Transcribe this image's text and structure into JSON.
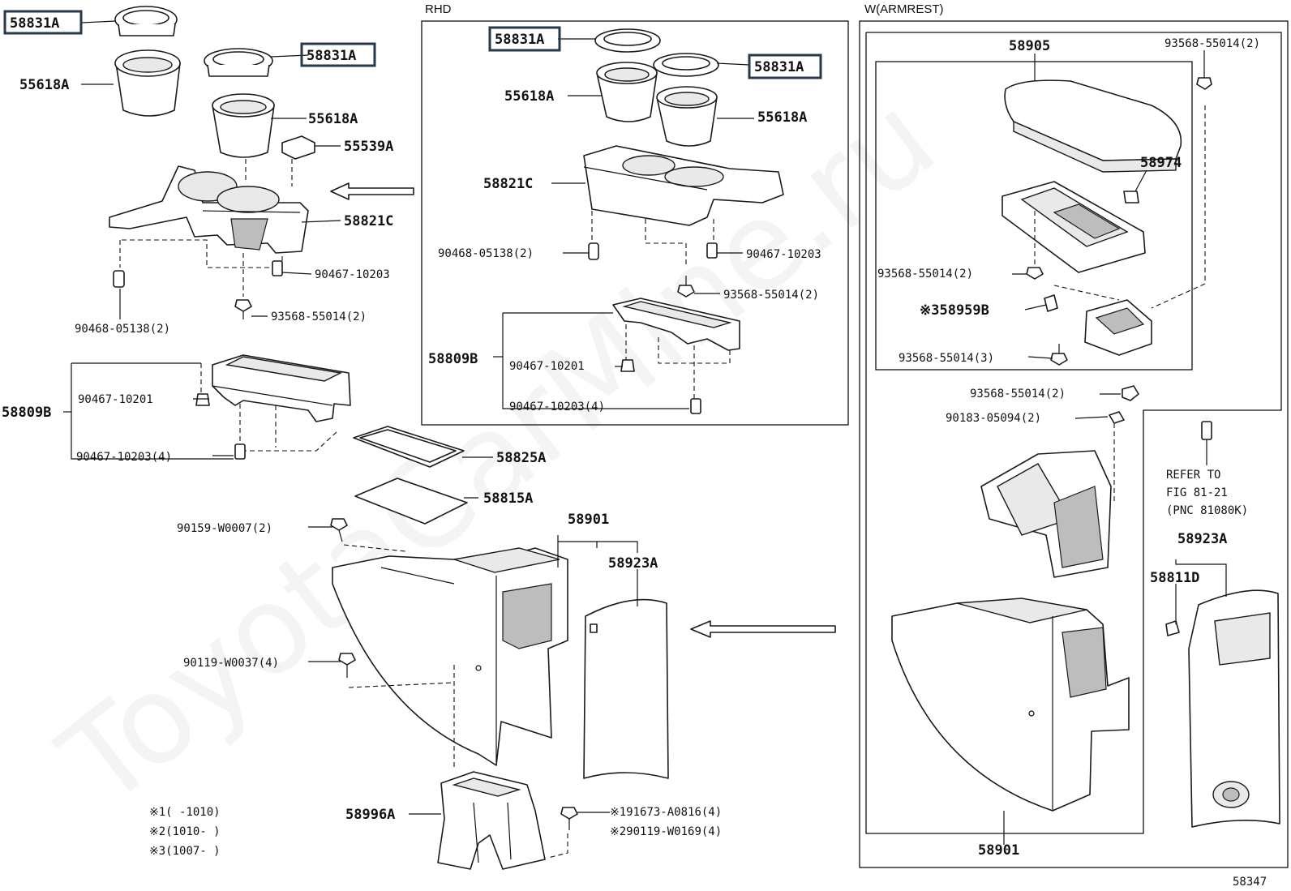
{
  "sections": {
    "rhd": "RHD",
    "armrest": "W(ARMREST)"
  },
  "watermark": "ToyotaCarMine.ru",
  "figure_code": "58347",
  "callouts": {
    "c58831A_1": "58831A",
    "c58831A_2": "58831A",
    "c58831A_3": "58831A",
    "c58831A_4": "58831A",
    "c55618A_1": "55618A",
    "c55618A_2": "55618A",
    "c55618A_3": "55618A",
    "c55618A_4": "55618A",
    "c55539A": "55539A",
    "c58821C_1": "58821C",
    "c58821C_2": "58821C",
    "c90467_10203_1": "90467-10203",
    "c90467_10203_2": "90467-10203",
    "c93568_55014_2a": "93568-55014(2)",
    "c93568_55014_2b": "93568-55014(2)",
    "c93568_55014_2c": "93568-55014(2)",
    "c93568_55014_2d": "93568-55014(2)",
    "c93568_55014_2e": "93568-55014(2)",
    "c93568_55014_3": "93568-55014(3)",
    "c90468_05138_2a": "90468-05138(2)",
    "c90468_05138_2b": "90468-05138(2)",
    "c58809B_1": "58809B",
    "c58809B_2": "58809B",
    "c90467_10201_1": "90467-10201",
    "c90467_10201_2": "90467-10201",
    "c90467_10203_4a": "90467-10203(4)",
    "c90467_10203_4b": "90467-10203(4)",
    "c58825A": "58825A",
    "c58815A": "58815A",
    "c90159_W0007": "90159-W0007(2)",
    "c58901_1": "58901",
    "c58901_2": "58901",
    "c58923A_1": "58923A",
    "c58923A_2": "58923A",
    "c90119_W0037": "90119-W0037(4)",
    "c58996A": "58996A",
    "c191673": "※191673-A0816(4)",
    "c290119": "※290119-W0169(4)",
    "c58905": "58905",
    "c58974": "58974",
    "c358959B": "※358959B",
    "c90183": "90183-05094(2)",
    "c58811D": "58811D"
  },
  "refer_note": {
    "line1": "REFER TO",
    "line2": "FIG 81-21",
    "line3": "(PNC 81080K)"
  },
  "footnotes": {
    "n1": "※1(    -1010)",
    "n2": "※2(1010-    )",
    "n3": "※3(1007-    )"
  }
}
